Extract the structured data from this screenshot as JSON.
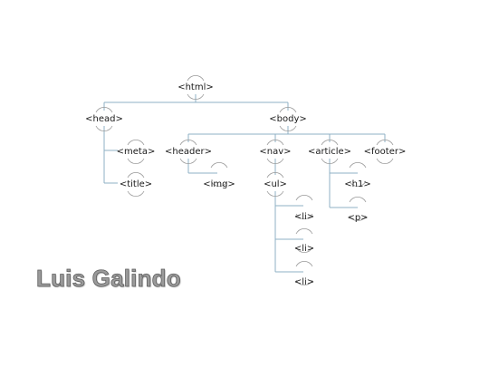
{
  "tree": {
    "html": "<html>",
    "head": "<head>",
    "body": "<body>",
    "meta": "<meta>",
    "title": "<title>",
    "header": "<header>",
    "img": "<img>",
    "nav": "<nav>",
    "ul": "<ul>",
    "li1": "<li>",
    "li2": "<li>",
    "li3": "<li>",
    "article": "<article>",
    "h1": "<h1>",
    "p": "<p>",
    "footer": "<footer>"
  },
  "author": "Luis Galindo",
  "colors": {
    "connector": "#8fb0c4",
    "node_arc": "#9a9a9a",
    "author_text": "#9a9a9a"
  }
}
